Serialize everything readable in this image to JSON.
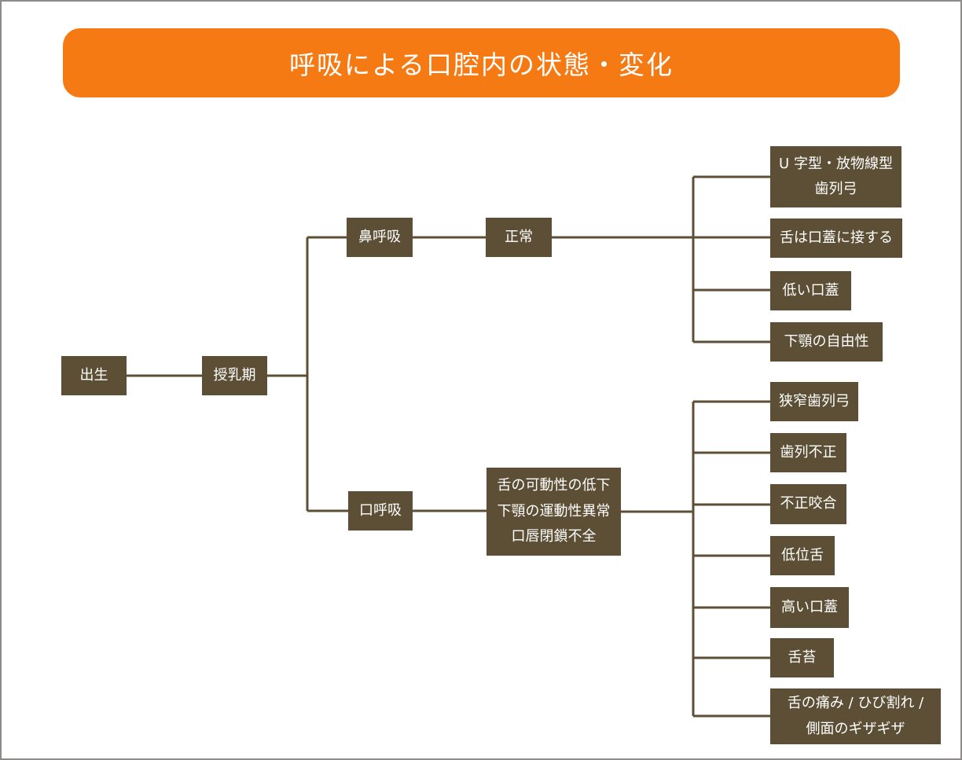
{
  "title": "呼吸による口腔内の状態・変化",
  "colors": {
    "banner_orange": "#f57a14",
    "node_brown": "#5d4f35",
    "connector_brown": "#5d4f35",
    "frame_gray": "#8e8a8a",
    "text_white": "#ffffff"
  },
  "nodes": {
    "birth": "出生",
    "nursing_period": "授乳期",
    "nasal_breathing": "鼻呼吸",
    "normal": "正常",
    "mouth_breathing": "口呼吸",
    "mouth_effects": {
      "lines": [
        "舌の可動性の低下",
        "下顎の運動性異常",
        "口唇閉鎖不全"
      ]
    },
    "nasal_outcomes": [
      {
        "lines": [
          "U 字型・放物線型",
          "歯列弓"
        ]
      },
      {
        "lines": [
          "舌は口蓋に接する"
        ]
      },
      {
        "lines": [
          "低い口蓋"
        ]
      },
      {
        "lines": [
          "下顎の自由性"
        ]
      }
    ],
    "mouth_outcomes": [
      {
        "lines": [
          "狭窄歯列弓"
        ]
      },
      {
        "lines": [
          "歯列不正"
        ]
      },
      {
        "lines": [
          "不正咬合"
        ]
      },
      {
        "lines": [
          "低位舌"
        ]
      },
      {
        "lines": [
          "高い口蓋"
        ]
      },
      {
        "lines": [
          "舌苔"
        ]
      },
      {
        "lines": [
          "舌の痛み / ひび割れ /",
          "側面のギザギザ"
        ]
      }
    ]
  }
}
